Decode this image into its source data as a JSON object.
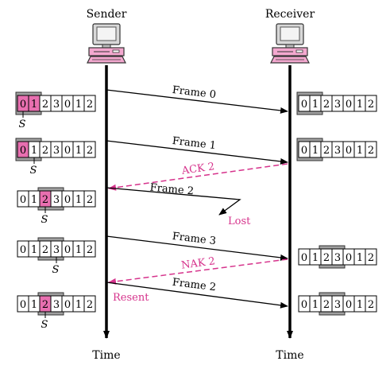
{
  "headers": {
    "sender": "Sender",
    "receiver": "Receiver"
  },
  "footers": {
    "sender_time": "Time",
    "receiver_time": "Time"
  },
  "colors": {
    "highlight": "#e86fb0",
    "window_frame": "#a0a0a0",
    "magenta": "#d6338c",
    "line": "#000000"
  },
  "sequence": [
    "0",
    "1",
    "2",
    "3",
    "0",
    "1",
    "2"
  ],
  "pointer_label": "S",
  "messages": [
    {
      "label": "Frame 0",
      "kind": "data"
    },
    {
      "label": "Frame 1",
      "kind": "data"
    },
    {
      "label": "ACK 2",
      "kind": "control"
    },
    {
      "label": "Frame 2",
      "kind": "data"
    },
    {
      "label": "Lost",
      "kind": "note"
    },
    {
      "label": "Frame 3",
      "kind": "data"
    },
    {
      "label": "NAK 2",
      "kind": "control"
    },
    {
      "label": "Frame 2",
      "kind": "data"
    },
    {
      "label": "Resent",
      "kind": "note"
    }
  ]
}
